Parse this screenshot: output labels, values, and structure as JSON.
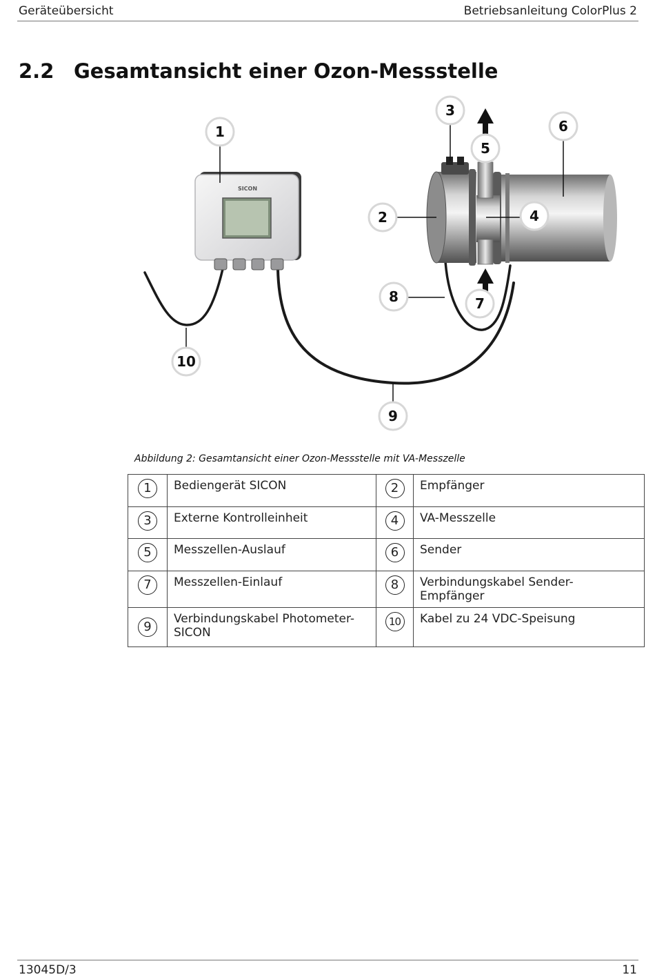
{
  "header": {
    "left": "Geräteübersicht",
    "right": "Betriebsanleitung ColorPlus 2"
  },
  "section": {
    "number": "2.2",
    "title": "Gesamtansicht einer Ozon-Messstelle"
  },
  "figure": {
    "device_label": "SICON",
    "callouts": [
      "1",
      "2",
      "3",
      "4",
      "5",
      "6",
      "7",
      "8",
      "9",
      "10"
    ],
    "caption": "Abbildung 2: Gesamtansicht einer Ozon-Messstelle mit VA-Messzelle"
  },
  "legend": {
    "rows": [
      [
        {
          "num": "1",
          "text": "Bediengerät SICON"
        },
        {
          "num": "2",
          "text": "Empfänger"
        }
      ],
      [
        {
          "num": "3",
          "text": "Externe Kontrolleinheit"
        },
        {
          "num": "4",
          "text": "VA-Messzelle"
        }
      ],
      [
        {
          "num": "5",
          "text": "Messzellen-Auslauf"
        },
        {
          "num": "6",
          "text": "Sender"
        }
      ],
      [
        {
          "num": "7",
          "text": "Messzellen-Einlauf"
        },
        {
          "num": "8",
          "text": "Verbindungskabel Sender-Empfänger"
        }
      ],
      [
        {
          "num": "9",
          "text": "Verbindungskabel Photometer-SICON"
        },
        {
          "num": "10",
          "text": "Kabel zu 24 VDC-Speisung"
        }
      ]
    ]
  },
  "footer": {
    "left": "13045D/3",
    "right": "11"
  }
}
